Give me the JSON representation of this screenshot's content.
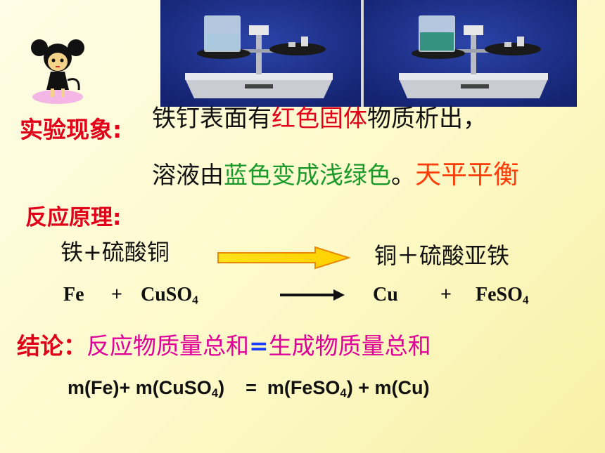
{
  "observation": {
    "label": "实验现象:",
    "line1_a": "铁钉表面有",
    "line1_b": "红色固体",
    "line1_c": "物质析出，",
    "line2_a": "溶液由",
    "line2_b": "蓝色变成浅绿色",
    "line2_c": "。",
    "balance": "天平平衡"
  },
  "principle": {
    "label": "反应原理:",
    "word_left": "铁+硫酸铜",
    "word_right": "铜＋硫酸亚铁",
    "eq_fe": "Fe",
    "eq_plus1": "+",
    "eq_cuso": "CuSO",
    "eq_cuso_sub": "4",
    "eq_cu": "Cu",
    "eq_plus2": "+",
    "eq_feso": "FeSO",
    "eq_feso_sub": "4"
  },
  "conclusion": {
    "label": "结论：",
    "left": "反应物质量总和",
    "equals": "=",
    "right": "生成物质量总和"
  },
  "mass_equation": {
    "p1": "m(Fe)+ m(CuSO",
    "s1": "4",
    "p2": ")    =  m(FeSO",
    "s2": "4",
    "p3": ") + m(Cu)"
  },
  "colors": {
    "label_red": "#e0001a",
    "highlight_red": "#e0001a",
    "highlight_green": "#1a9a2a",
    "balance_orange": "#ff3d0a",
    "conclusion_magenta": "#e0009a",
    "equals_blue": "#1a3cff",
    "arrow_yellow": "#ffe21a"
  },
  "icons": [
    "cartoon-girl-icon",
    "balance-photo-before",
    "balance-photo-after",
    "yellow-arrow-icon",
    "black-arrow-icon"
  ]
}
